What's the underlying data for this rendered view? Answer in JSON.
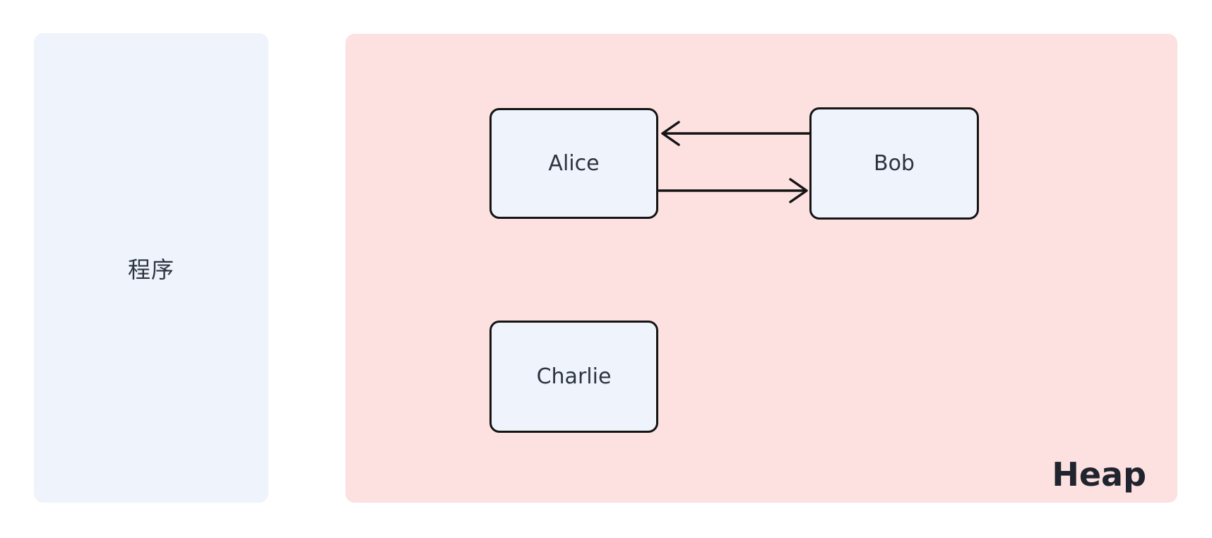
{
  "diagram": {
    "title": "program-heap-references",
    "program_panel": {
      "label": "程序"
    },
    "heap_panel": {
      "label": "Heap"
    },
    "nodes": [
      {
        "id": "alice",
        "label": "Alice"
      },
      {
        "id": "bob",
        "label": "Bob"
      },
      {
        "id": "charlie",
        "label": "Charlie"
      }
    ],
    "edges": [
      {
        "from": "Bob",
        "to": "Alice",
        "direction": "left"
      },
      {
        "from": "Alice",
        "to": "Bob",
        "direction": "right"
      }
    ],
    "colors": {
      "background": "#ffffff",
      "program_panel_fill": "#eff3fb",
      "heap_panel_fill": "#fde1e1",
      "node_fill": "#eff3fb",
      "node_border": "#141414",
      "arrow": "#141414",
      "label_text": "#2c3440",
      "heap_label_text": "#20242e"
    }
  }
}
